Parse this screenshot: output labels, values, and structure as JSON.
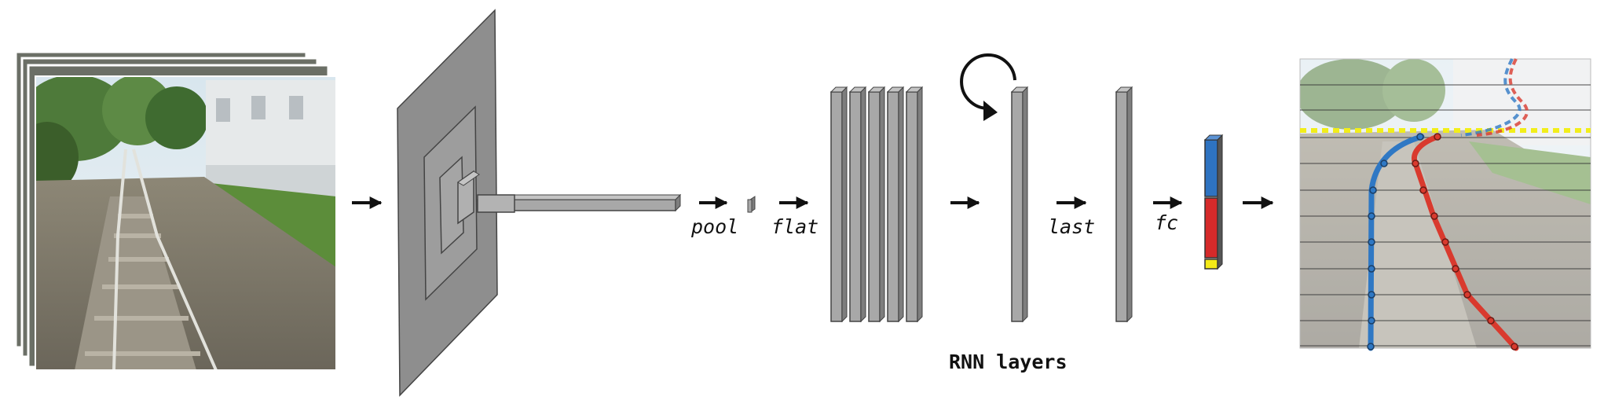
{
  "labels": {
    "pool": "pool",
    "flat": "flat",
    "last": "last",
    "fc": "fc",
    "rnn_layers": "RNN layers"
  },
  "colors": {
    "block_gray": "#a8a8a8",
    "block_dark": "#7e7e7e",
    "block_light": "#c4c4c4",
    "edge": "#444444",
    "fc_blue": "#2e73c1",
    "fc_red": "#d62a2a",
    "fc_yellow": "#f4ea17",
    "left_rail": "#2f78c4",
    "right_rail": "#d93a2e",
    "horizon": "#f2ee1a"
  },
  "icons": {
    "input_frames": "stacked-video-frames-icon",
    "recurrence": "circular-arrow-icon"
  }
}
